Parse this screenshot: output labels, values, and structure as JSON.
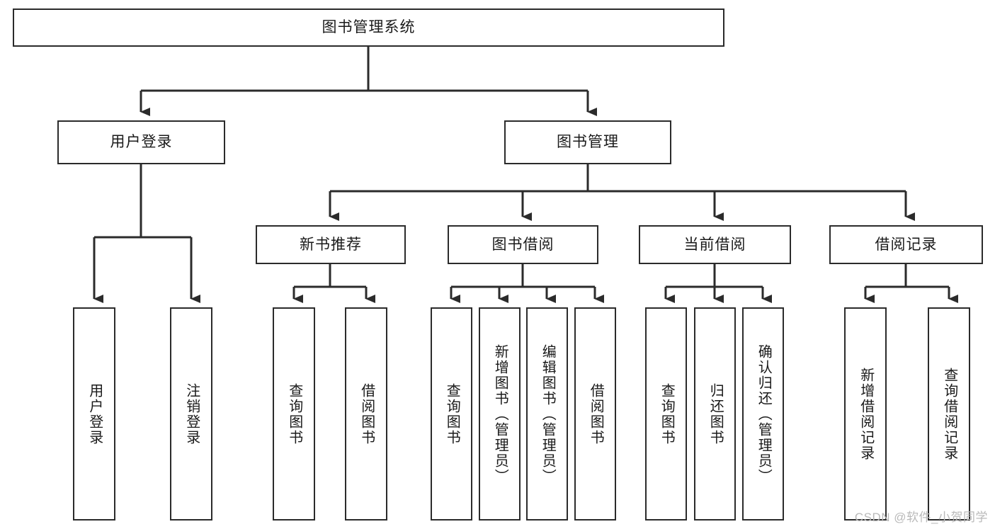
{
  "diagram": {
    "title": "图书管理系统",
    "type": "tree-hierarchy",
    "stroke_color": "#2b2b2b",
    "fill_color": "#ffffff",
    "text_color": "#1a1a1a"
  },
  "nodes": {
    "root": {
      "label": "图书管理系统"
    },
    "level2": [
      {
        "id": "user-login",
        "label": "用户登录"
      },
      {
        "id": "book-management",
        "label": "图书管理"
      }
    ],
    "level3": [
      {
        "id": "new-book-recommend",
        "label": "新书推荐"
      },
      {
        "id": "book-borrow",
        "label": "图书借阅"
      },
      {
        "id": "current-borrow",
        "label": "当前借阅"
      },
      {
        "id": "borrow-record",
        "label": "借阅记录"
      }
    ],
    "leaves": {
      "user_login": [
        {
          "id": "leaf-user-login",
          "label": "用户登录"
        },
        {
          "id": "leaf-logout-login",
          "label": "注销登录"
        }
      ],
      "new_book_recommend": [
        {
          "id": "leaf-query-book-1",
          "label": "查询图书"
        },
        {
          "id": "leaf-borrow-book-1",
          "label": "借阅图书"
        }
      ],
      "book_borrow": [
        {
          "id": "leaf-query-book-2",
          "label": "查询图书"
        },
        {
          "id": "leaf-add-book",
          "label": "新增图书（管理员）"
        },
        {
          "id": "leaf-edit-book",
          "label": "编辑图书（管理员）"
        },
        {
          "id": "leaf-borrow-book-2",
          "label": "借阅图书"
        }
      ],
      "current_borrow": [
        {
          "id": "leaf-query-book-3",
          "label": "查询图书"
        },
        {
          "id": "leaf-return-book",
          "label": "归还图书"
        },
        {
          "id": "leaf-confirm-return",
          "label": "确认归还（管理员）"
        }
      ],
      "borrow_record": [
        {
          "id": "leaf-add-record",
          "label": "新增借阅记录"
        },
        {
          "id": "leaf-query-record",
          "label": "查询借阅记录"
        }
      ]
    }
  },
  "watermark": {
    "text": "CSDN @软件_小贺同学"
  }
}
